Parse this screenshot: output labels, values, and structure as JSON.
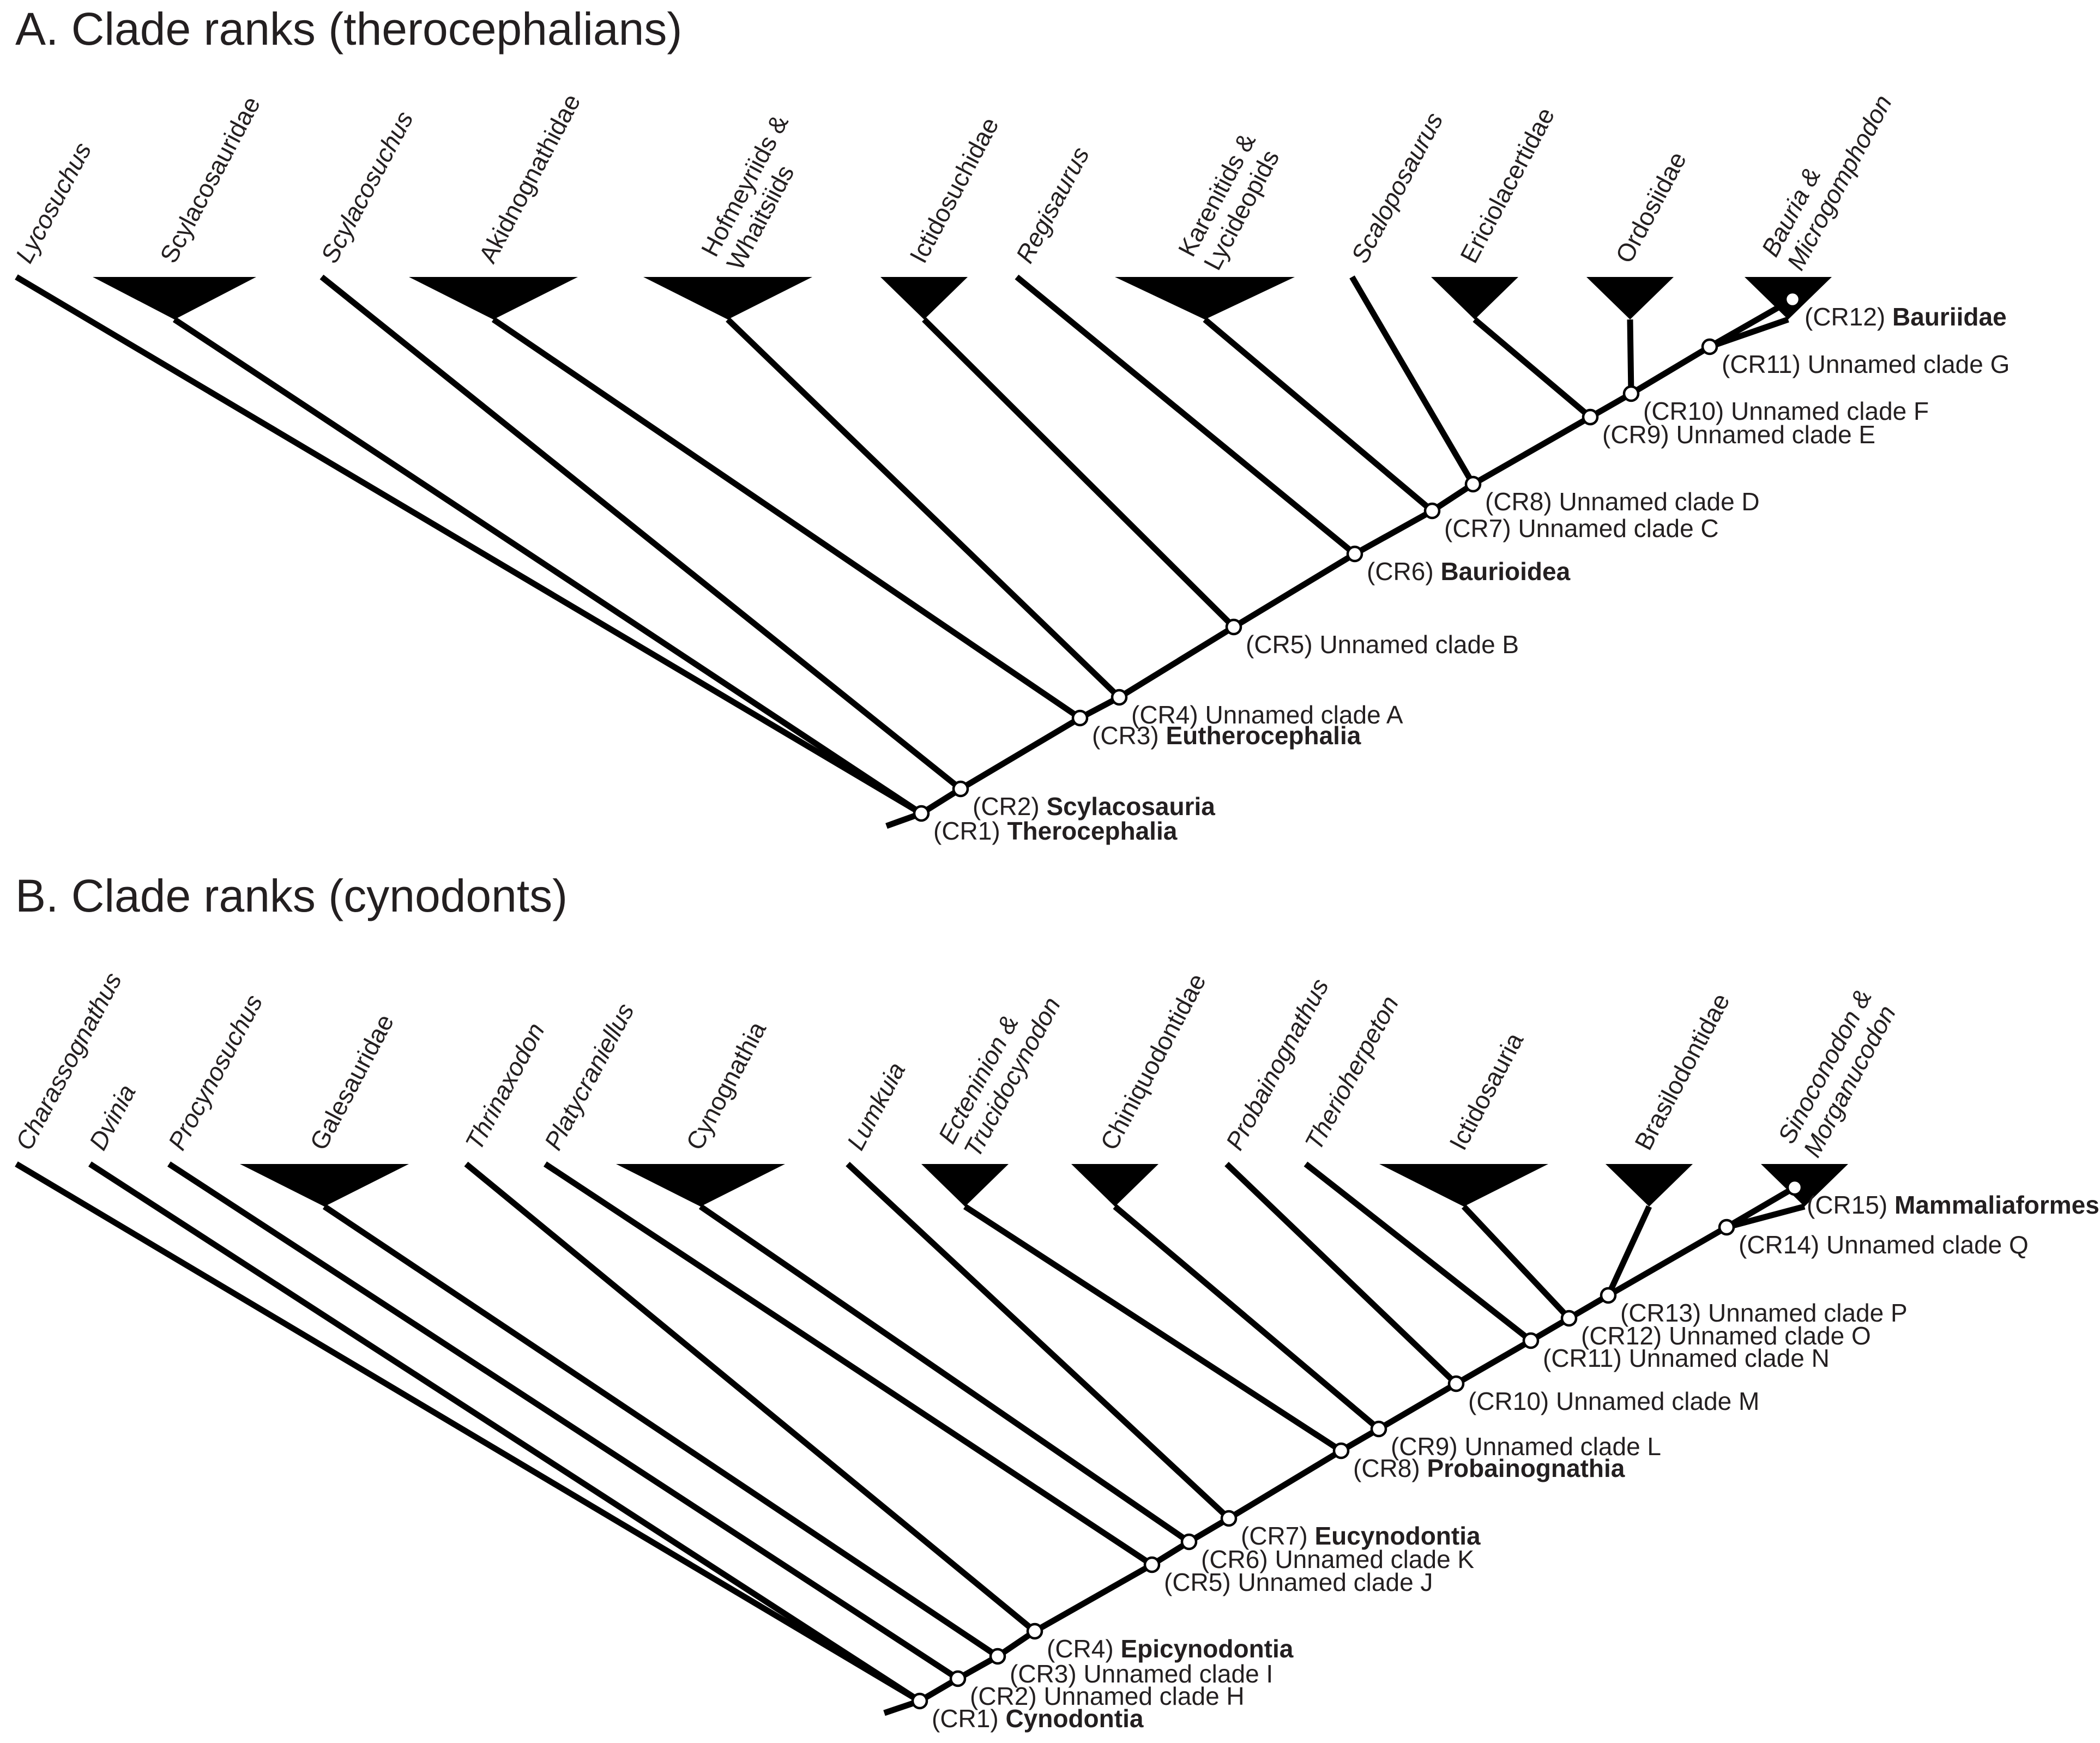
{
  "panels": [
    {
      "title": "A. Clade ranks (therocephalians)",
      "taxa": [
        {
          "name": "Lycosuchus",
          "italic": true
        },
        {
          "name": "Scylacosauridae",
          "italic": false
        },
        {
          "name": "Scylacosuchus",
          "italic": true
        },
        {
          "name": "Akidnognathidae",
          "italic": false
        },
        {
          "name": "Hofmeyriids & Whaitsiids",
          "italic": false
        },
        {
          "name": "Ictidosuchidae",
          "italic": false
        },
        {
          "name": "Regisaurus",
          "italic": true
        },
        {
          "name": "Karenitids & Lycideopids",
          "italic": false
        },
        {
          "name": "Scaloposaurus",
          "italic": true
        },
        {
          "name": "Ericiolacertidae",
          "italic": false
        },
        {
          "name": "Ordosiidae",
          "italic": false
        },
        {
          "name": "Bauria & Microgomphodon",
          "italic": true
        }
      ],
      "nodes": [
        {
          "rank": "(CR1)",
          "name": "Therocephalia",
          "named": true
        },
        {
          "rank": "(CR2)",
          "name": "Scylacosauria",
          "named": true
        },
        {
          "rank": "(CR3)",
          "name": "Eutherocephalia",
          "named": true
        },
        {
          "rank": "(CR4)",
          "name": "Unnamed clade A",
          "named": false
        },
        {
          "rank": "(CR5)",
          "name": "Unnamed clade B",
          "named": false
        },
        {
          "rank": "(CR6)",
          "name": "Baurioidea",
          "named": true
        },
        {
          "rank": "(CR7)",
          "name": "Unnamed clade C",
          "named": false
        },
        {
          "rank": "(CR8)",
          "name": "Unnamed clade D",
          "named": false
        },
        {
          "rank": "(CR9)",
          "name": "Unnamed clade E",
          "named": false
        },
        {
          "rank": "(CR10)",
          "name": "Unnamed clade F",
          "named": false
        },
        {
          "rank": "(CR11)",
          "name": "Unnamed clade G",
          "named": false
        },
        {
          "rank": "(CR12)",
          "name": "Bauriidae",
          "named": true
        }
      ]
    },
    {
      "title": "B. Clade ranks (cynodonts)",
      "taxa": [
        {
          "name": "Charassognathus",
          "italic": true
        },
        {
          "name": "Dvinia",
          "italic": true
        },
        {
          "name": "Procynosuchus",
          "italic": true
        },
        {
          "name": "Galesauridae",
          "italic": false
        },
        {
          "name": "Thrinaxodon",
          "italic": true
        },
        {
          "name": "Platycraniellus",
          "italic": true
        },
        {
          "name": "Cynognathia",
          "italic": false
        },
        {
          "name": "Lumkuia",
          "italic": true
        },
        {
          "name": "Ecteninion & Trucidocynodon",
          "italic": true
        },
        {
          "name": "Chiniquodontidae",
          "italic": false
        },
        {
          "name": "Probainognathus",
          "italic": true
        },
        {
          "name": "Therioherpeton",
          "italic": true
        },
        {
          "name": "Ictidosauria",
          "italic": false
        },
        {
          "name": "Brasilodontidae",
          "italic": false
        },
        {
          "name": "Sinoconodon & Morganucodon",
          "italic": true
        }
      ],
      "nodes": [
        {
          "rank": "(CR1)",
          "name": "Cynodontia",
          "named": true
        },
        {
          "rank": "(CR2)",
          "name": "Unnamed clade H",
          "named": false
        },
        {
          "rank": "(CR3)",
          "name": "Unnamed clade I",
          "named": false
        },
        {
          "rank": "(CR4)",
          "name": "Epicynodontia",
          "named": true
        },
        {
          "rank": "(CR5)",
          "name": "Unnamed clade J",
          "named": false
        },
        {
          "rank": "(CR6)",
          "name": "Unnamed clade K",
          "named": false
        },
        {
          "rank": "(CR7)",
          "name": "Eucynodontia",
          "named": true
        },
        {
          "rank": "(CR8)",
          "name": "Probainognathia",
          "named": true
        },
        {
          "rank": "(CR9)",
          "name": "Unnamed clade L",
          "named": false
        },
        {
          "rank": "(CR10)",
          "name": "Unnamed clade M",
          "named": false
        },
        {
          "rank": "(CR11)",
          "name": "Unnamed clade N",
          "named": false
        },
        {
          "rank": "(CR12)",
          "name": "Unnamed clade O",
          "named": false
        },
        {
          "rank": "(CR13)",
          "name": "Unnamed clade P",
          "named": false
        },
        {
          "rank": "(CR14)",
          "name": "Unnamed clade Q",
          "named": false
        },
        {
          "rank": "(CR15)",
          "name": "Mammaliaformes",
          "named": true
        }
      ]
    }
  ]
}
